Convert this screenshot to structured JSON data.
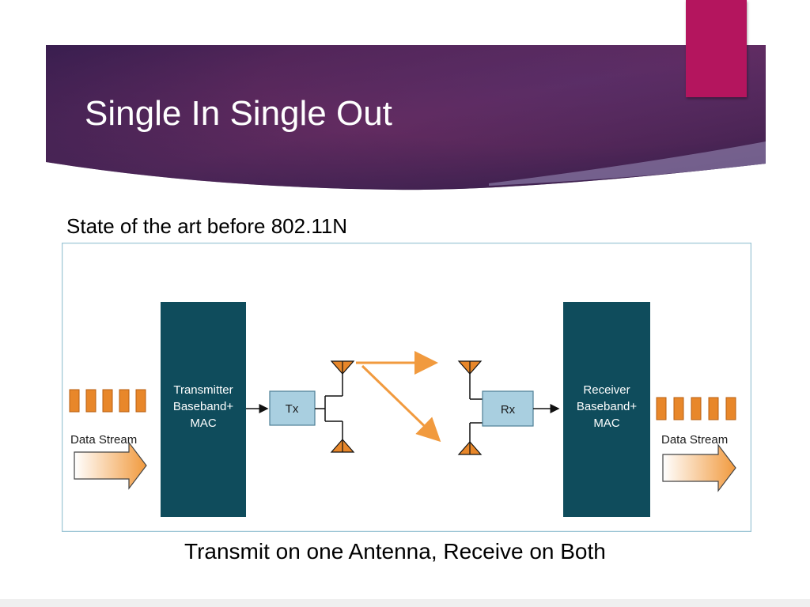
{
  "slide": {
    "title": "Single In Single Out",
    "subtitle": "State of the art before 802.11N",
    "caption": "Transmit on one Antenna, Receive on Both"
  },
  "colors": {
    "banner_dark": "#2b1d4a",
    "banner_mid": "#6a2d62",
    "accent_tab": "#b4155e",
    "block_fill": "#0f4c5c",
    "radio_box_fill": "#a9cfe0",
    "packet_fill": "#e8872a",
    "arrow_orange": "#f19a3e"
  },
  "diagram": {
    "transmitter": {
      "line1": "Transmitter",
      "line2": "Baseband+",
      "line3": "MAC"
    },
    "receiver": {
      "line1": "Receiver",
      "line2": "Baseband+",
      "line3": "MAC"
    },
    "tx_label": "Tx",
    "rx_label": "Rx",
    "input_stream_label": "Data Stream",
    "output_stream_label": "Data Stream"
  }
}
